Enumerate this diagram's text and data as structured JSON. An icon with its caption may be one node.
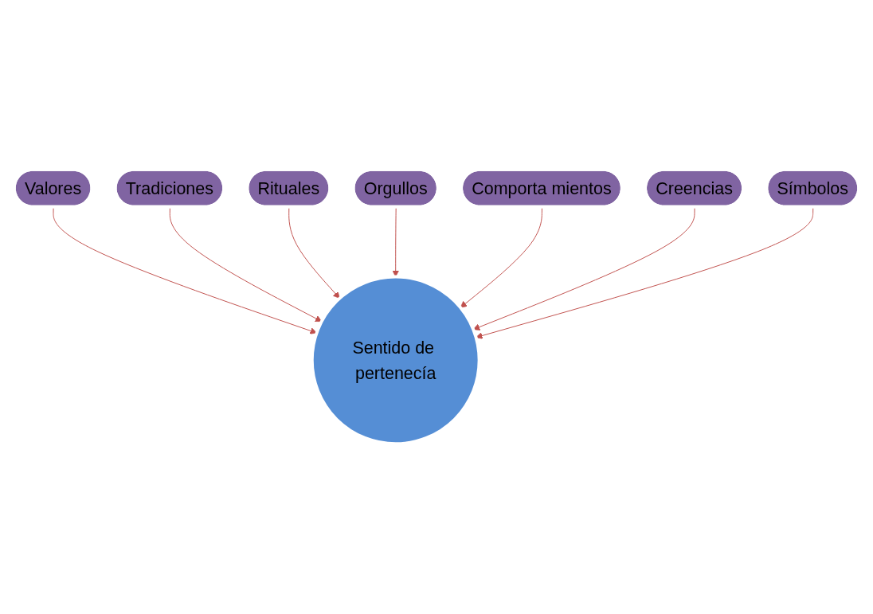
{
  "diagram": {
    "nodes": [
      {
        "text": [
          "Valores"
        ]
      },
      {
        "text": [
          "Tradiciones"
        ]
      },
      {
        "text": [
          "Rituales"
        ]
      },
      {
        "text": [
          "Sentido de pertenecía"
        ]
      },
      {
        "text": [
          "Orgullos"
        ]
      },
      {
        "text": [
          "Comporta mientos"
        ]
      },
      {
        "text": [
          "Creencias"
        ]
      },
      {
        "text": [
          "Símbolos"
        ]
      }
    ],
    "edges": [
      {
        "from": 0,
        "to": 3,
        "arrow": "to"
      },
      {
        "from": 1,
        "to": 3,
        "arrow": "to"
      },
      {
        "from": 2,
        "to": 3,
        "arrow": "to"
      },
      {
        "from": 4,
        "to": 3,
        "arrow": "to"
      },
      {
        "from": 5,
        "to": 3,
        "arrow": "to"
      },
      {
        "from": 6,
        "to": 3,
        "arrow": "to"
      },
      {
        "from": 7,
        "to": 3,
        "arrow": "to"
      }
    ]
  }
}
